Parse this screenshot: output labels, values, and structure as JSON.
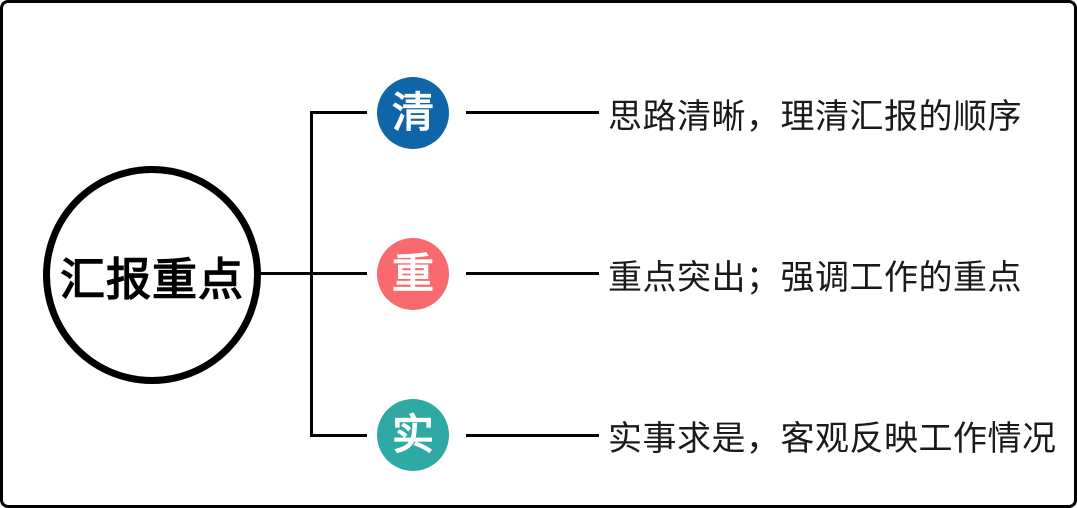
{
  "diagram": {
    "title": "汇报重点",
    "branches": [
      {
        "key": "清",
        "color": "#1065a8",
        "description": "思路清晰，理清汇报的顺序"
      },
      {
        "key": "重",
        "color": "#f86a6e",
        "description": "重点突出；强调工作的重点"
      },
      {
        "key": "实",
        "color": "#2fa9a4",
        "description": "实事求是，客观反映工作情况"
      }
    ],
    "colors": {
      "line": "#000000",
      "text": "#1a1a1a",
      "background": "#ffffff",
      "border": "#000000"
    }
  }
}
